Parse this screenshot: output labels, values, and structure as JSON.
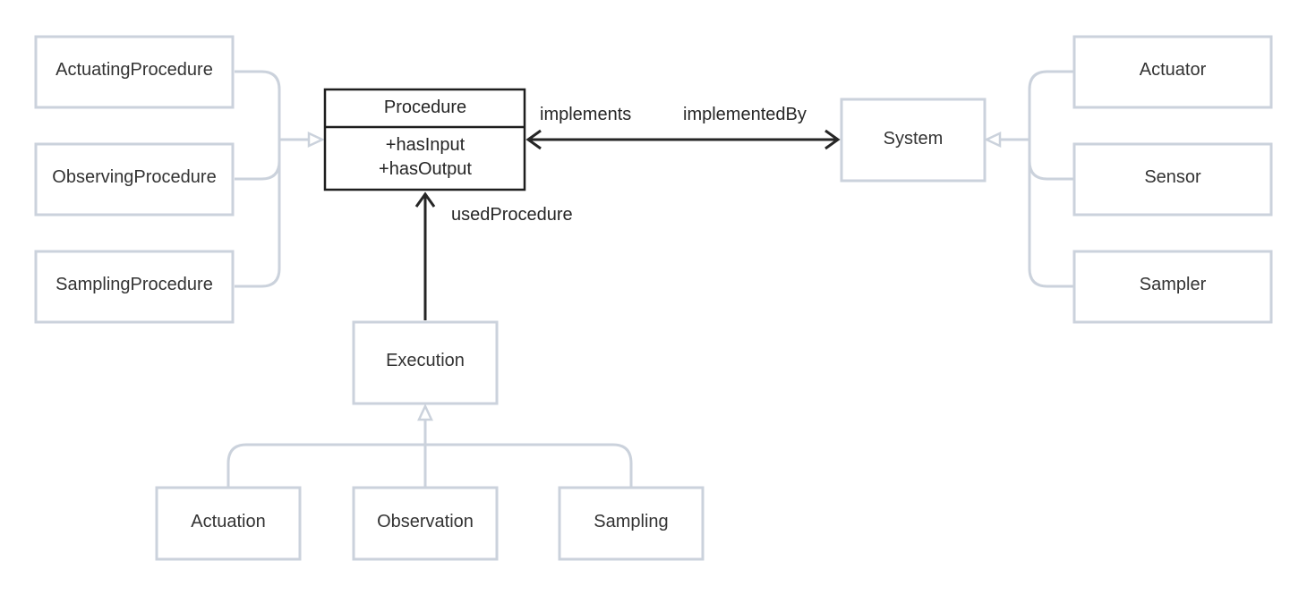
{
  "procedure": {
    "title": "Procedure",
    "attributes": [
      "+hasInput",
      "+hasOutput"
    ]
  },
  "procedure_subtypes": [
    "ActuatingProcedure",
    "ObservingProcedure",
    "SamplingProcedure"
  ],
  "system": {
    "title": "System"
  },
  "system_subtypes": [
    "Actuator",
    "Sensor",
    "Sampler"
  ],
  "execution": {
    "title": "Execution"
  },
  "execution_subtypes": [
    "Actuation",
    "Observation",
    "Sampling"
  ],
  "relations": {
    "implements": "implements",
    "implemented_by": "implementedBy",
    "used_procedure": "usedProcedure"
  },
  "colors": {
    "box_border": "#cbd2dc",
    "main_border": "#1e1e1e",
    "arrow": "#262626",
    "text": "#333333"
  }
}
